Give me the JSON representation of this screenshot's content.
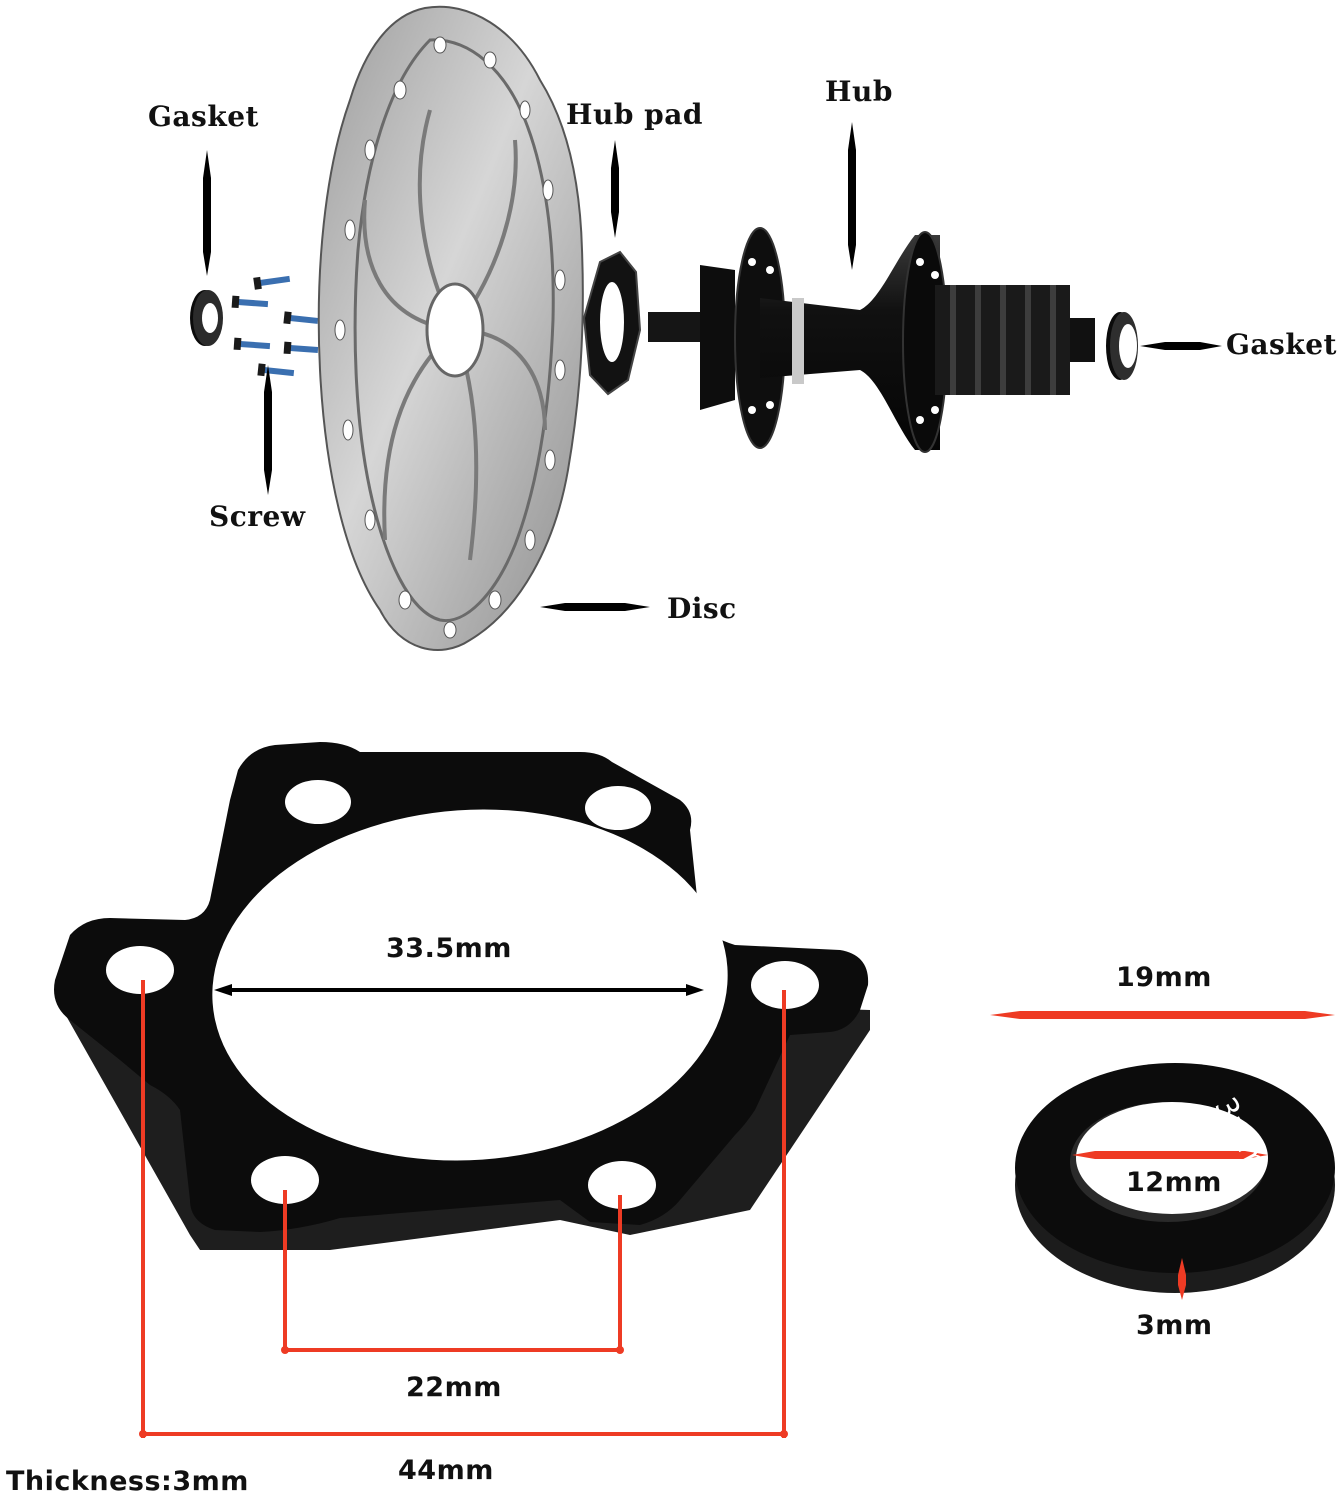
{
  "labels": {
    "gasket_left": "Gasket",
    "hub_pad": "Hub pad",
    "hub": "Hub",
    "gasket_right": "Gasket",
    "screw": "Screw",
    "disc": "Disc"
  },
  "dimensions": {
    "inner_diameter": "33.5mm",
    "bolt_spacing_short": "22mm",
    "bolt_spacing_long": "44mm",
    "thickness": "Thickness:3mm",
    "washer_outer": "19mm",
    "washer_inner": "12mm",
    "washer_thickness": "3mm",
    "washer_engraving": "3mm"
  },
  "colors": {
    "dimension_line": "#ee3b24",
    "part_black": "#0c0c0c",
    "disc_steel": "#b9b9b9",
    "screw_blue": "#3a6fb0"
  }
}
